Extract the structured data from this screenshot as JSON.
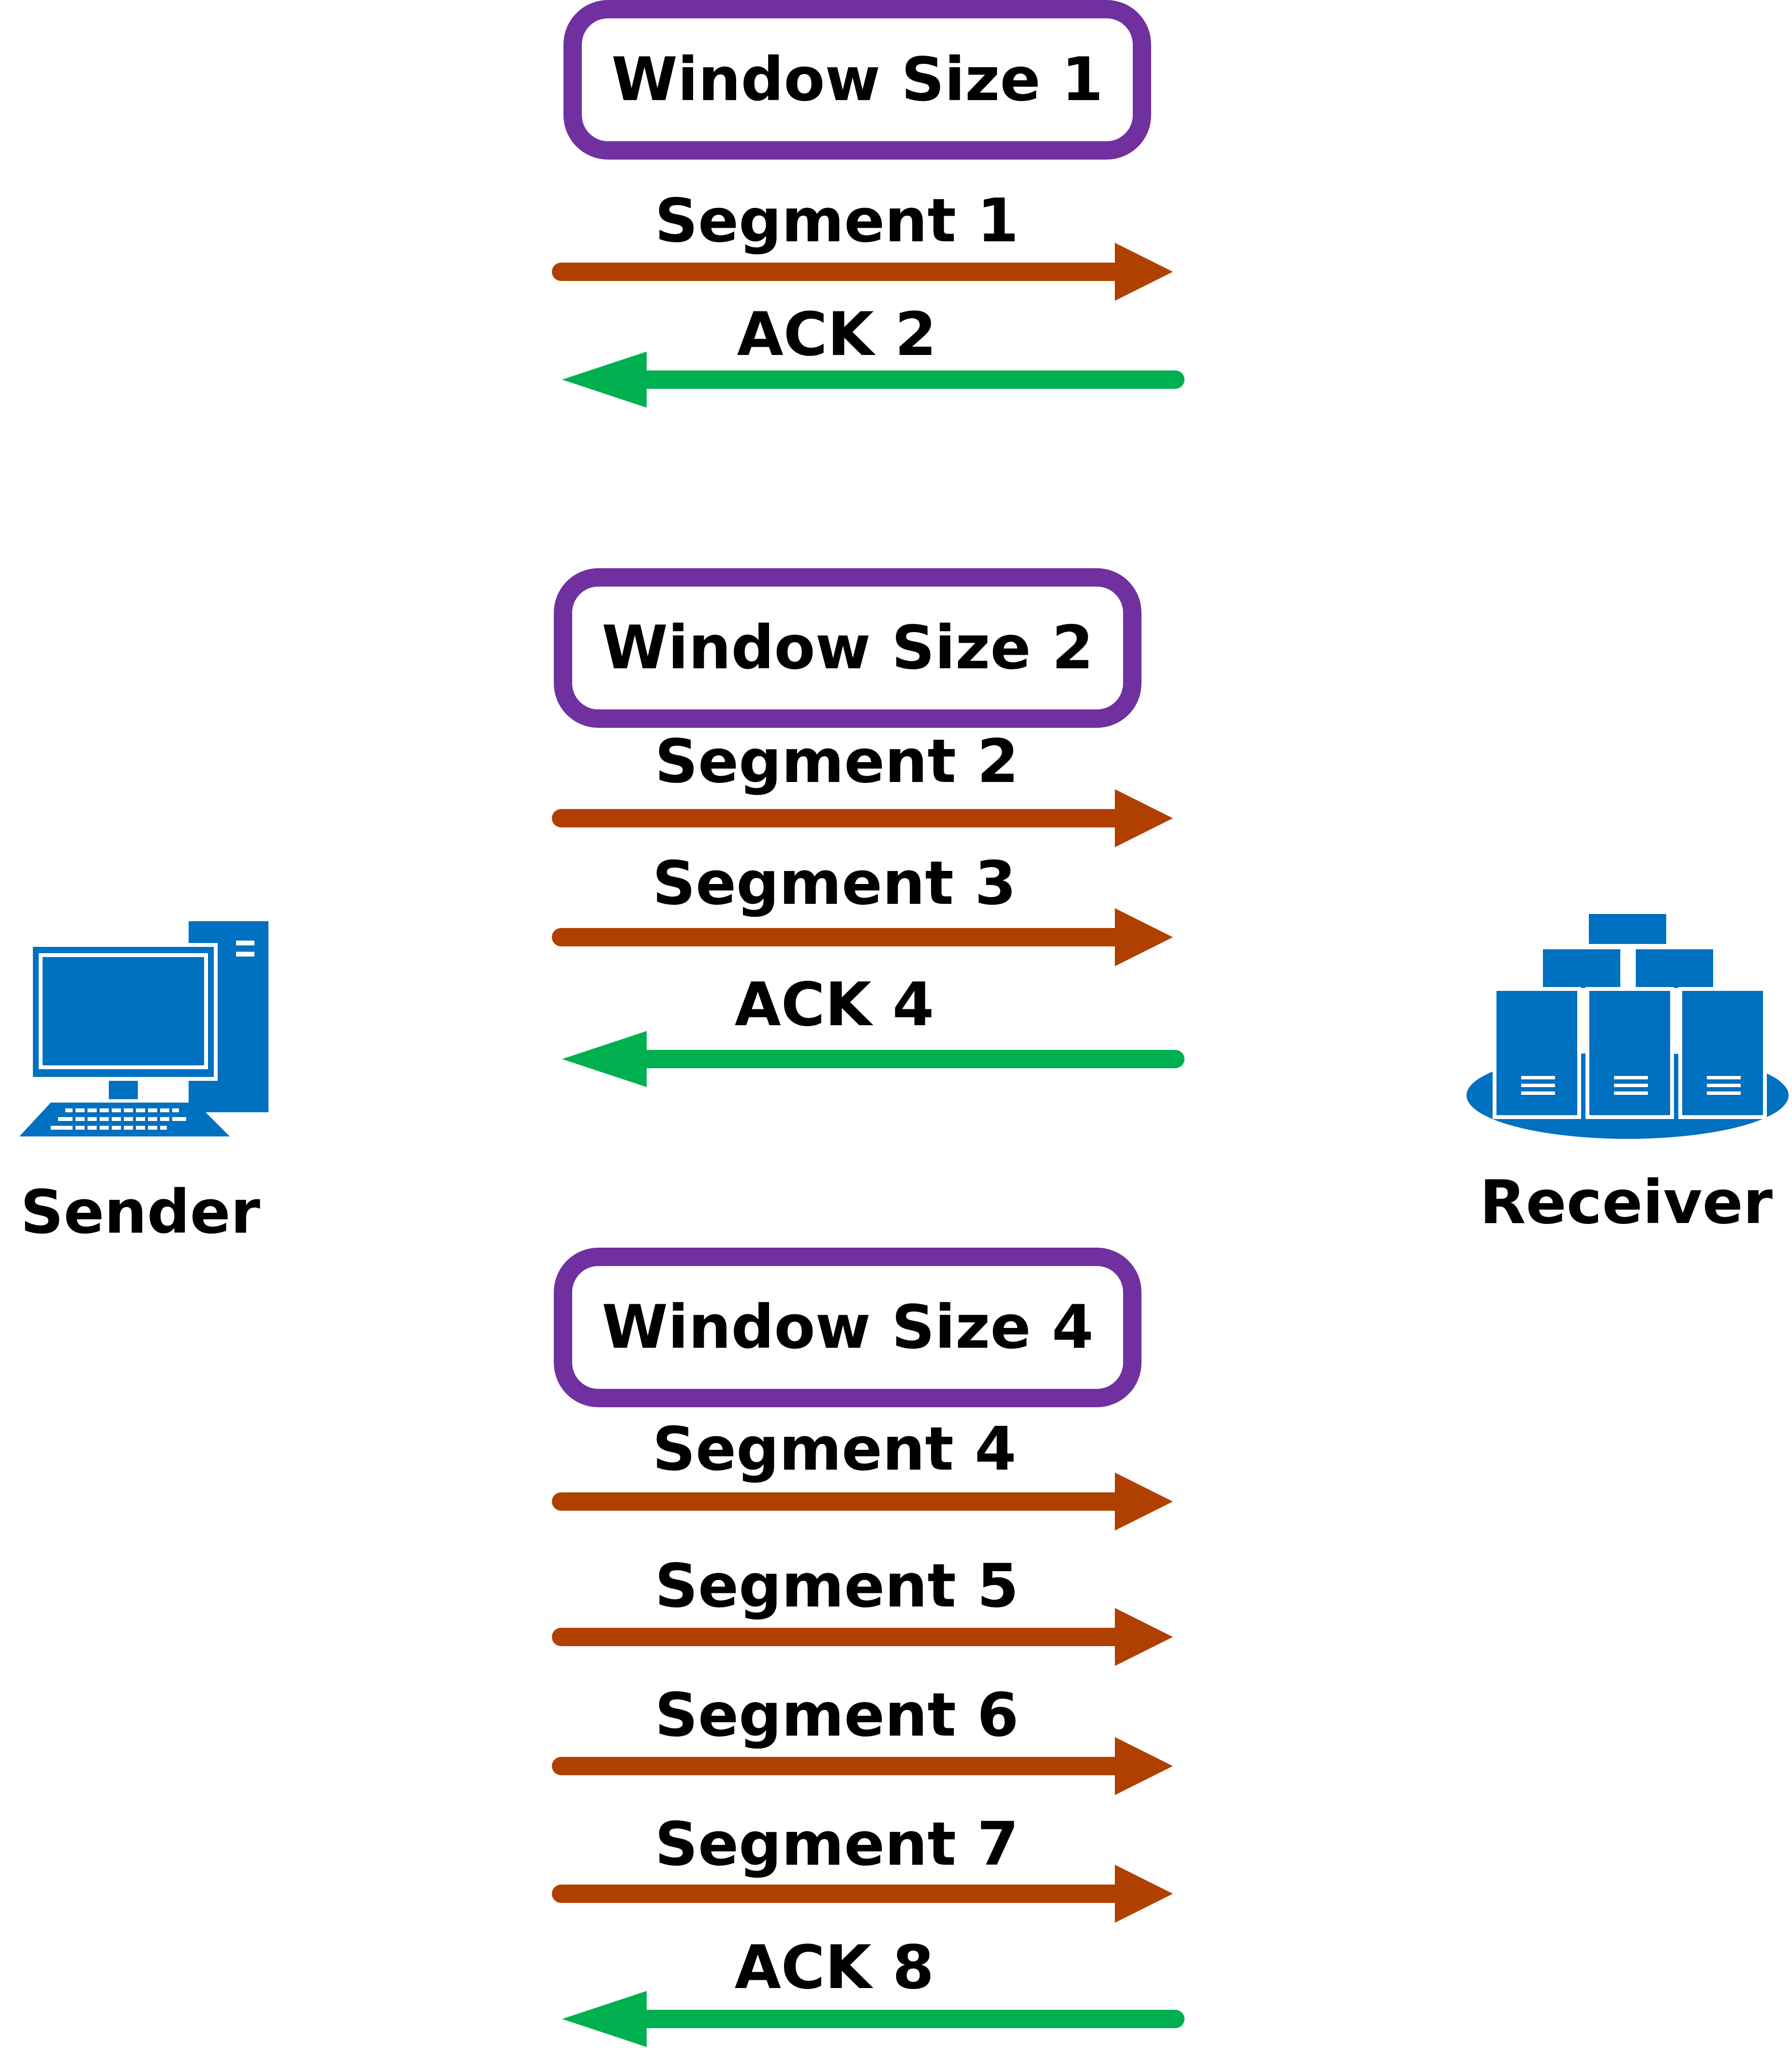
{
  "colors": {
    "window_border": "#7030a0",
    "segment_arrow": "#b04000",
    "ack_arrow": "#00b050",
    "icon_blue": "#0070c0"
  },
  "nodes": {
    "sender": {
      "label": "Sender",
      "icon": "desktop-computer-icon"
    },
    "receiver": {
      "label": "Receiver",
      "icon": "server-cluster-icon"
    }
  },
  "windows": [
    {
      "label": "Window Size 1",
      "messages": [
        {
          "label": "Segment 1",
          "direction": "sender-to-receiver",
          "kind": "segment"
        },
        {
          "label": "ACK 2",
          "direction": "receiver-to-sender",
          "kind": "ack"
        }
      ]
    },
    {
      "label": "Window Size 2",
      "messages": [
        {
          "label": "Segment 2",
          "direction": "sender-to-receiver",
          "kind": "segment"
        },
        {
          "label": "Segment 3",
          "direction": "sender-to-receiver",
          "kind": "segment"
        },
        {
          "label": "ACK 4",
          "direction": "receiver-to-sender",
          "kind": "ack"
        }
      ]
    },
    {
      "label": "Window Size 4",
      "messages": [
        {
          "label": "Segment 4",
          "direction": "sender-to-receiver",
          "kind": "segment"
        },
        {
          "label": "Segment 5",
          "direction": "sender-to-receiver",
          "kind": "segment"
        },
        {
          "label": "Segment 6",
          "direction": "sender-to-receiver",
          "kind": "segment"
        },
        {
          "label": "Segment 7",
          "direction": "sender-to-receiver",
          "kind": "segment"
        },
        {
          "label": "ACK 8",
          "direction": "receiver-to-sender",
          "kind": "ack"
        }
      ]
    }
  ]
}
